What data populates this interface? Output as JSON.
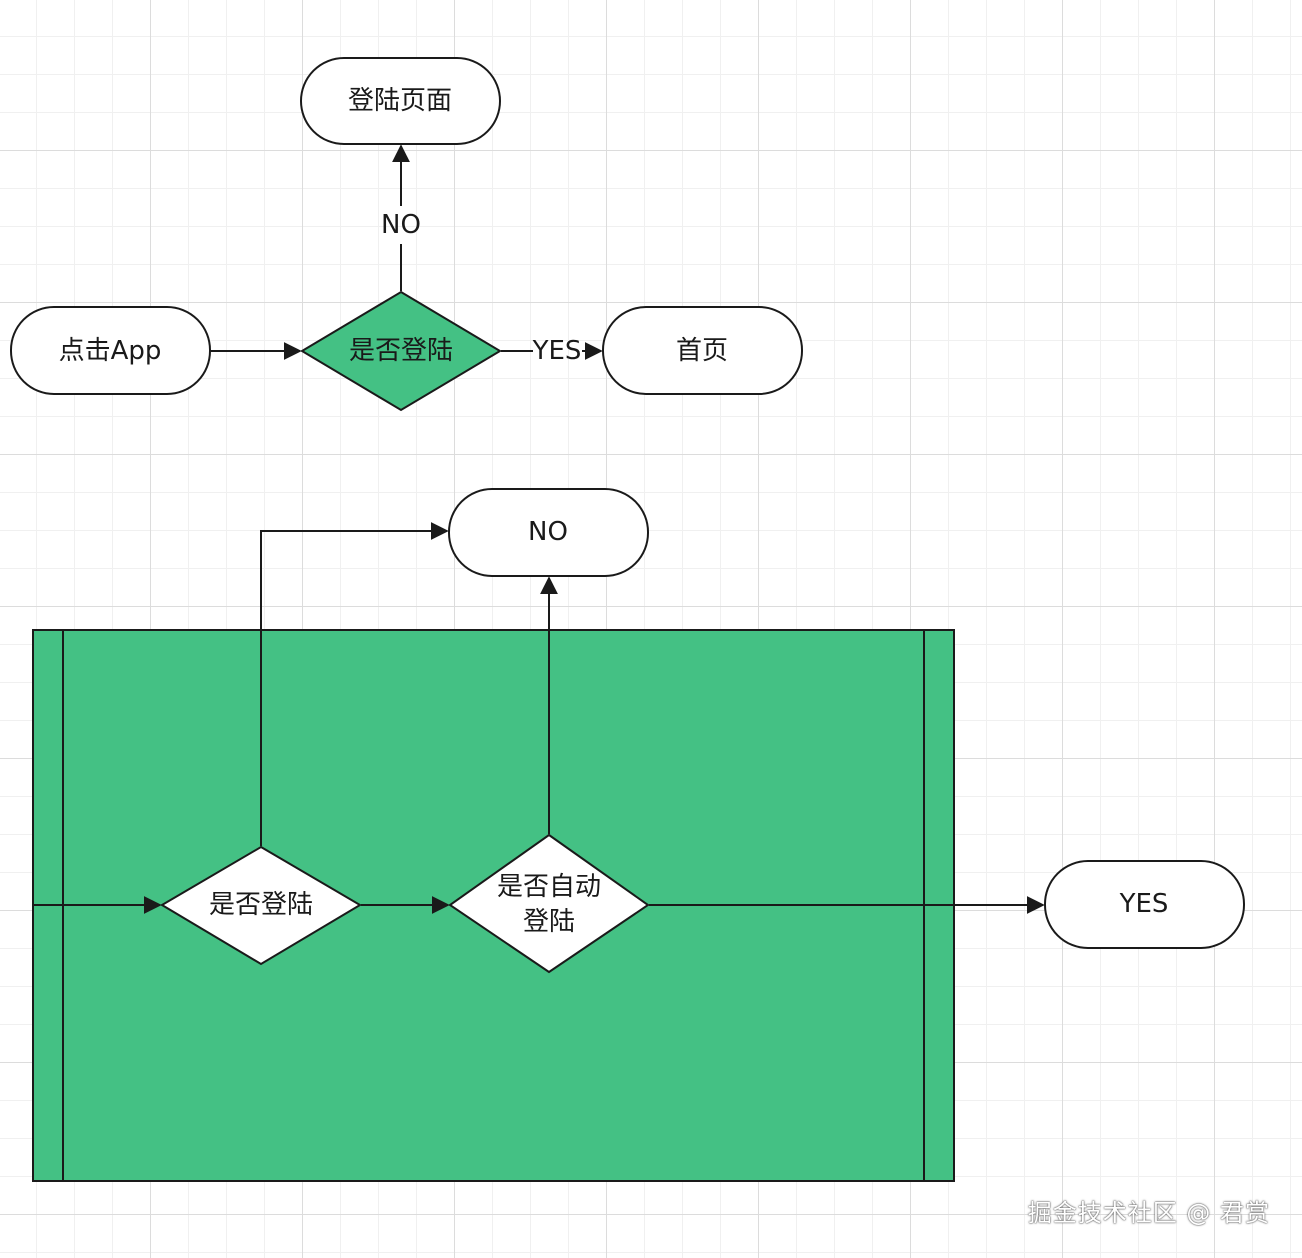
{
  "diagram": {
    "top_flow": {
      "login_page": "登陆页面",
      "click_app": "点击App",
      "is_logged_in": "是否登陆",
      "home": "首页",
      "edge_no": "NO",
      "edge_yes": "YES"
    },
    "bottom_flow": {
      "no_node": "NO",
      "is_logged_in": "是否登陆",
      "auto_login_line1": "是否自动",
      "auto_login_line2": "登陆",
      "yes_node": "YES"
    }
  },
  "colors": {
    "accent_green": "#44c184",
    "stroke": "#1a1a1a",
    "grid": "#dcdcdc"
  },
  "watermark": "掘金技术社区 @ 君赏"
}
